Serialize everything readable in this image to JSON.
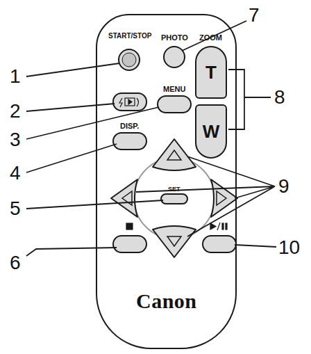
{
  "diagram": {
    "nodes": [
      {
        "text": [
          "Canon"
        ]
      },
      {
        "text": [
          "T"
        ],
        "in": 0
      },
      {
        "text": [
          "W"
        ],
        "in": 0
      }
    ],
    "labels": [
      "START/STOP",
      "PHOTO",
      "ZOOM",
      "MENU",
      "DISP.",
      "SET",
      "1",
      "2",
      "3",
      "4",
      "5",
      "6",
      "7",
      "8",
      "9",
      "10"
    ]
  }
}
